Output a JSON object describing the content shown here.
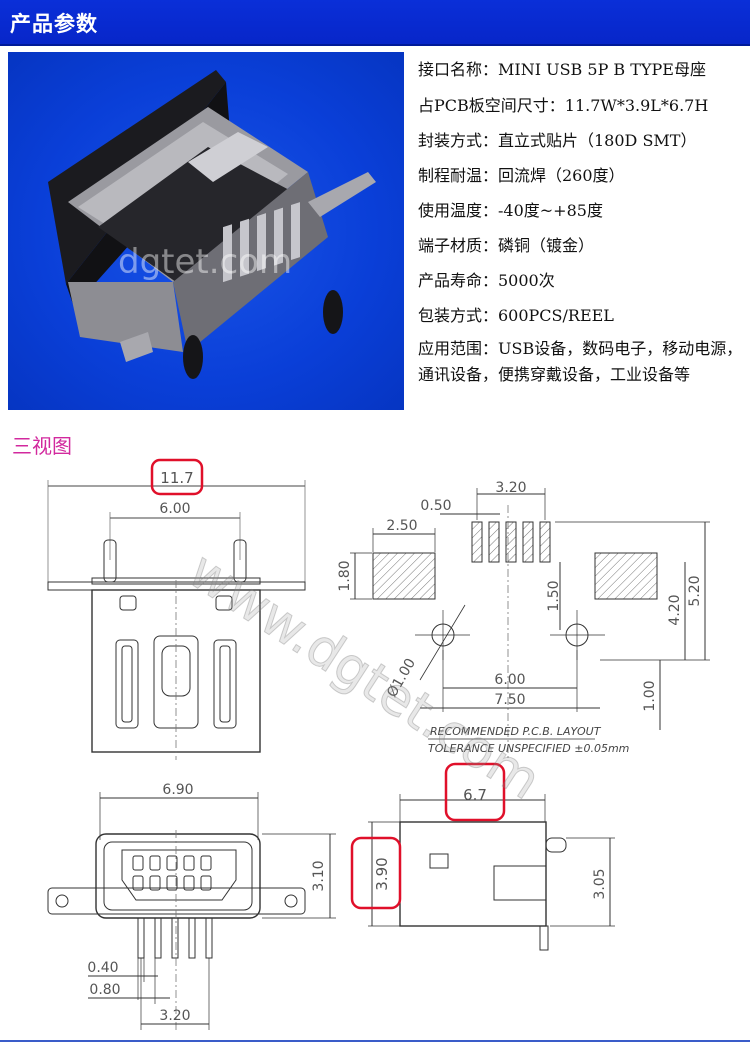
{
  "header": {
    "title": "产品参数"
  },
  "product_photo": {
    "watermark": "dgtet.com"
  },
  "params": [
    "接口名称：MINI USB 5P B TYPE母座",
    "占PCB板空间尺寸：11.7W*3.9L*6.7H",
    "封装方式：直立式贴片（180D SMT）",
    "制程耐温：回流焊（260度）",
    "使用温度：-40度~+85度",
    "端子材质：磷铜（镀金）",
    "产品寿命：5000次",
    "包装方式：600PCS/REEL",
    "应用范围：USB设备，数码电子，移动电源，通讯设备，便携穿戴设备，工业设备等"
  ],
  "section": {
    "title": "三视图"
  },
  "front_view": {
    "dim_width": "11.7",
    "dim_inner": "6.00"
  },
  "pcb_layout": {
    "dim_pitch_span": "3.20",
    "dim_pad_width": "0.50",
    "dim_mount_width": "2.50",
    "dim_mount_height": "1.80",
    "dim_signal_len": "1.50",
    "dim_h1": "4.20",
    "dim_h2": "5.20",
    "dim_hole_dia": "Ø1.00",
    "dim_hole_span": "6.00",
    "dim_total": "7.50",
    "dim_offset": "1.00",
    "note_line1": "RECOMMENDED   P.C.B.  LAYOUT",
    "note_line2": "TOLERANCE  UNSPECIFIED  ±0.05mm"
  },
  "bottom_view": {
    "dim_width": "6.90",
    "dim_height": "3.10",
    "dim_pitch": "0.40",
    "dim_pitch2": "0.80",
    "dim_span": "3.20"
  },
  "side_view": {
    "dim_length": "6.7",
    "dim_height": "3.90",
    "dim_pin": "3.05"
  },
  "drawing_watermark": "www.dgtet.com",
  "colors": {
    "header": "#0a2fd8",
    "section_title": "#d2299e",
    "highlight": "#e0102a"
  }
}
